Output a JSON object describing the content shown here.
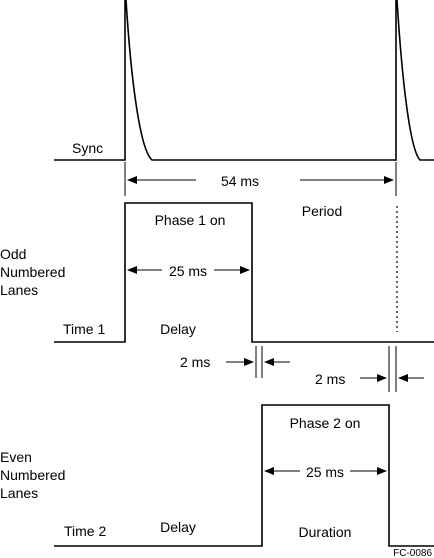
{
  "labels": {
    "sync": "Sync",
    "period_value": "54 ms",
    "period": "Period",
    "phase1_on": "Phase 1 on",
    "odd_lanes_1": "Odd",
    "odd_lanes_2": "Numbered",
    "odd_lanes_3": "Lanes",
    "phase1_width": "25 ms",
    "time1": "Time 1",
    "delay1": "Delay",
    "gap1": "2 ms",
    "gap2": "2 ms",
    "phase2_on": "Phase 2 on",
    "even_lanes_1": "Even",
    "even_lanes_2": "Numbered",
    "even_lanes_3": "Lanes",
    "phase2_width": "25 ms",
    "time2": "Time 2",
    "delay2": "Delay",
    "duration": "Duration",
    "figure_id": "FC-0086"
  }
}
